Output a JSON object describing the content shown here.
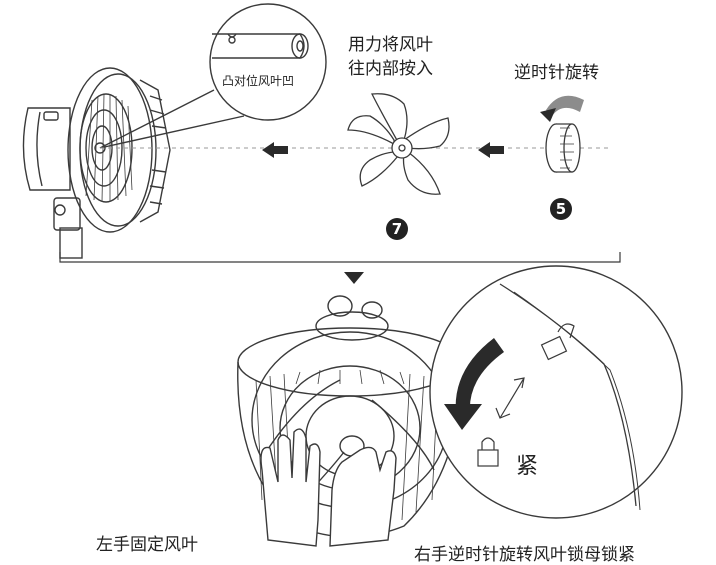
{
  "callouts": {
    "align_note": "凸对位风叶凹",
    "push_in": [
      "用力将风叶",
      "往内部按入"
    ],
    "rotate_ccw": "逆时针旋转",
    "lock_label": "紧"
  },
  "steps": {
    "step_cap": "5",
    "step_blade": "7"
  },
  "captions": {
    "left_hand": "左手固定风叶",
    "right_hand": "右手逆时针旋转风叶锁母锁紧"
  },
  "colors": {
    "line": "#3a3a3a",
    "arrow_dark": "#2a2a2a",
    "arrow_gray": "#8c8c8c",
    "dashed": "#9a9a9a"
  }
}
